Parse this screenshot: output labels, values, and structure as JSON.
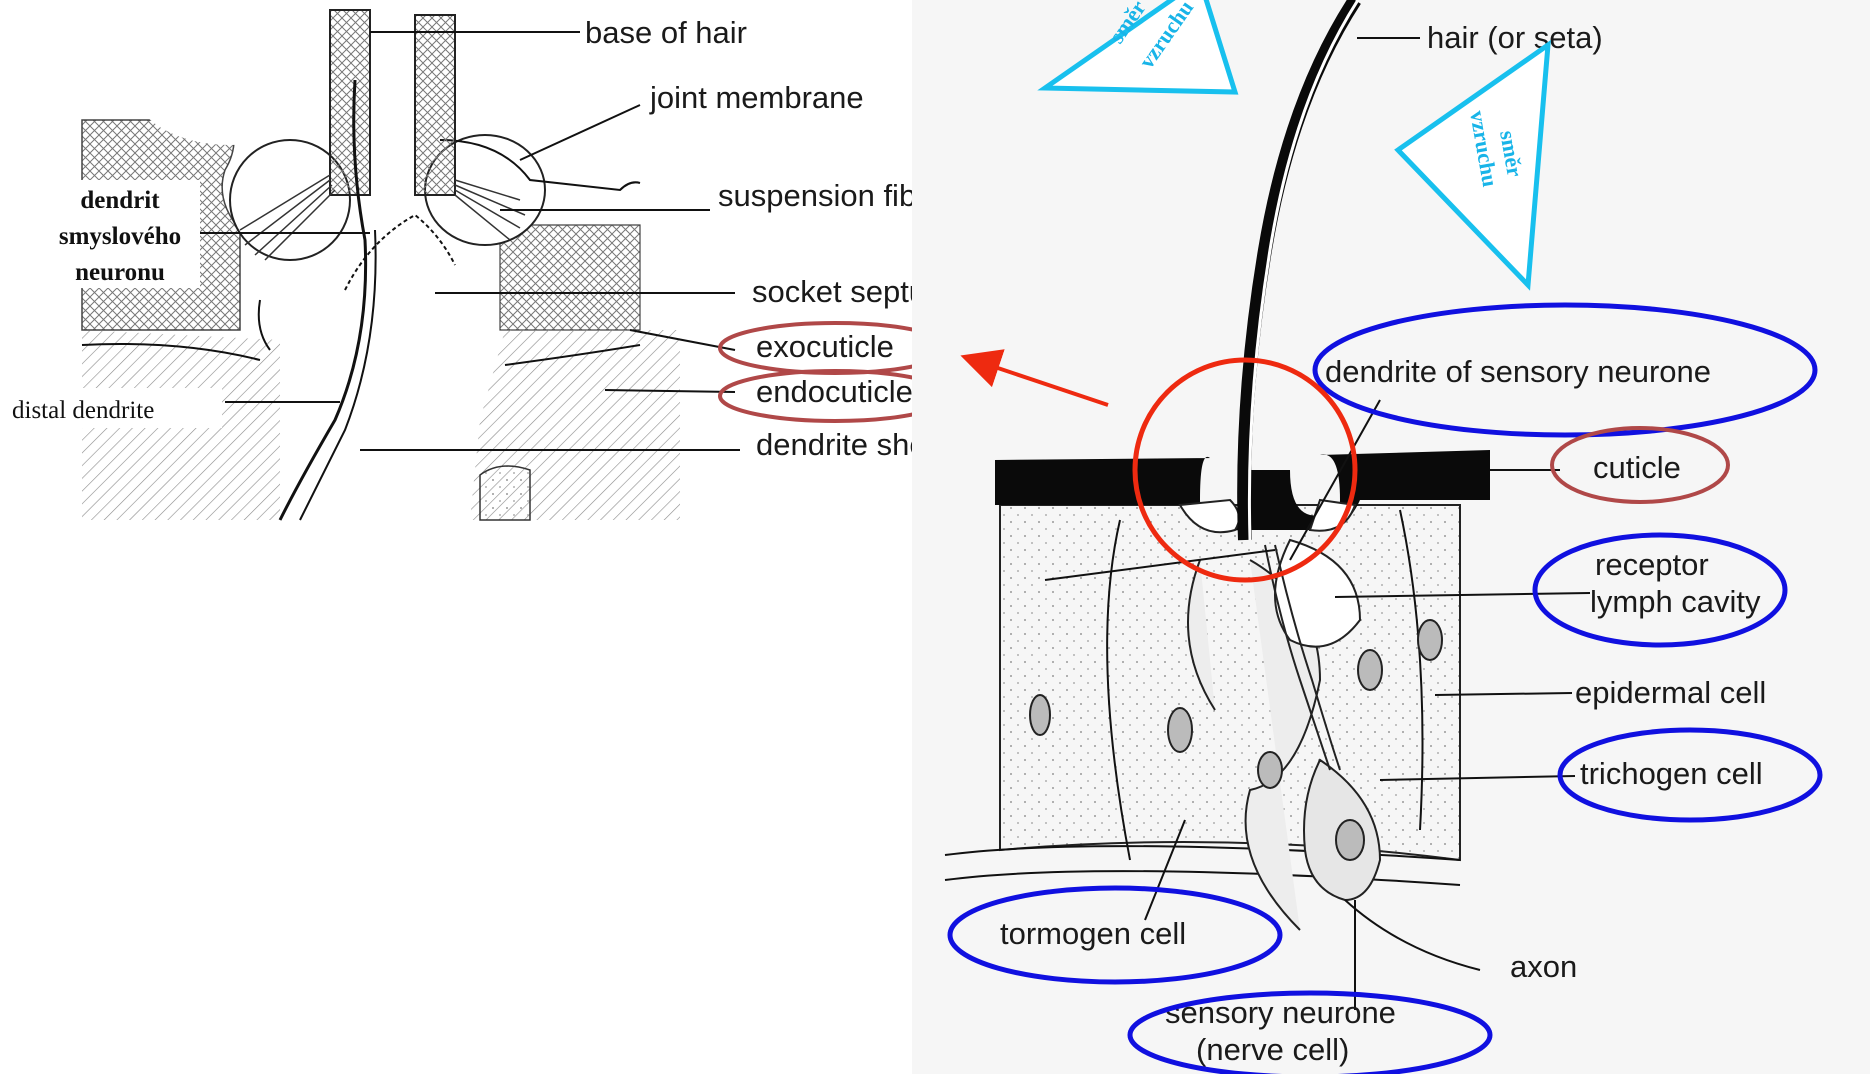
{
  "colors": {
    "blue_ellipse": "#1010e0",
    "brown_ellipse": "#b04848",
    "red_arrow": "#ee2a10",
    "cyan_triangle": "#18c0ee",
    "cuticle_black": "#0a0a0a",
    "hatch": "#777777",
    "cell_bg": "#f1f1f1"
  },
  "left_panel": {
    "labels": {
      "base_of_hair": "base of hair",
      "joint_membrane": "joint membrane",
      "suspension_fibers": "suspension fibers",
      "socket_septum": "socket septum",
      "exocuticle": "exocuticle",
      "endocuticle": "endocuticle",
      "dendrite_sheath": "dendrite sheath",
      "distal_dendrite": "distal dendrite"
    },
    "czech_label": {
      "line1": "dendrit",
      "line2": "smyslového",
      "line3": "neuronu"
    }
  },
  "right_panel": {
    "labels": {
      "hair": "hair (or seta)",
      "dendrite_of_sensory_neurone": "dendrite of sensory neurone",
      "cuticle": "cuticle",
      "receptor_line1": "receptor",
      "receptor_line2": "lymph cavity",
      "epidermal_cell": "epidermal cell",
      "trichogen_cell": "trichogen cell",
      "tormogen_cell": "tormogen cell",
      "axon": "axon",
      "sensory_neurone_line1": "sensory neurone",
      "sensory_neurone_line2": "(nerve cell)"
    },
    "stimulus_direction": {
      "line1": "směr",
      "line2": "vzruchu"
    }
  }
}
